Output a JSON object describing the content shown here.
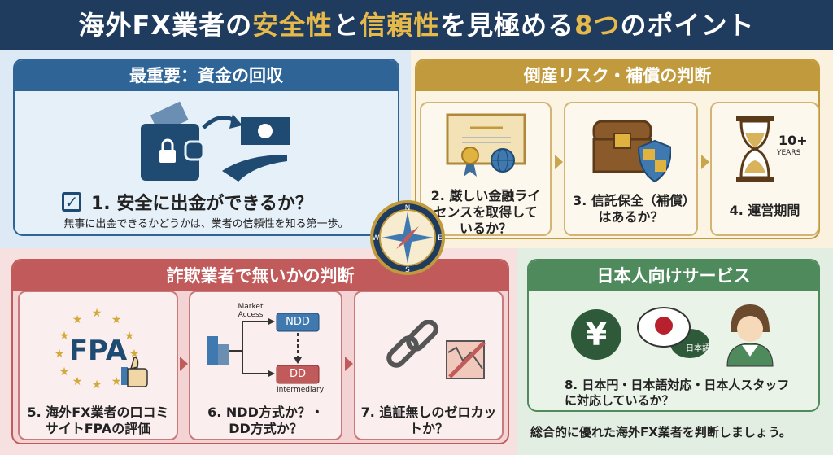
{
  "title": {
    "part1": "海外FX業者の",
    "hl1": "安全性",
    "part2": "と",
    "hl2": "信頼性",
    "part3": "を見極める",
    "hl3": "8つ",
    "part4": "のポイント"
  },
  "sections": {
    "withdrawal": {
      "header": "最重要：資金の回収",
      "point": "1. 安全に出金ができるか？",
      "note": "無事に出金できるかどうかは、業者の信頼性を知る第一歩。"
    },
    "bankruptcy": {
      "header": "倒産リスク・補償の判断",
      "cards": [
        {
          "label": "2. 厳しい金融ライセンスを取得しているか？"
        },
        {
          "label": "3. 信託保全（補償）はあるか？"
        },
        {
          "label": "4. 運営期間",
          "icon_text_num": "10+",
          "icon_text_unit": "YEARS"
        }
      ]
    },
    "fraud": {
      "header": "詐欺業者で無いかの判断",
      "cards": [
        {
          "label": "5. 海外FX業者の口コミサイトFPAの評価",
          "icon_text": "FPA"
        },
        {
          "label": "6. NDD方式か？・DD方式か？",
          "market_access": "Market Access",
          "ndd": "NDD",
          "dd": "DD",
          "intermediary": "Intermediary"
        },
        {
          "label": "7. 追証無しのゼロカットか？"
        }
      ]
    },
    "japanese": {
      "header": "日本人向けサービス",
      "bubble": "日本語",
      "yen": "¥",
      "point": "8. 日本円・日本語対応・日本人スタッフに対応しているか？"
    }
  },
  "compass": {
    "n": "N",
    "s": "S",
    "e": "E",
    "w": "W"
  },
  "footer": "総合的に優れた海外FX業者を判断しましょう。",
  "colors": {
    "navy": "#1f3b5e",
    "blue": "#2f6496",
    "gold": "#c19a3d",
    "red": "#c15b5b",
    "green": "#4e8a5c"
  }
}
